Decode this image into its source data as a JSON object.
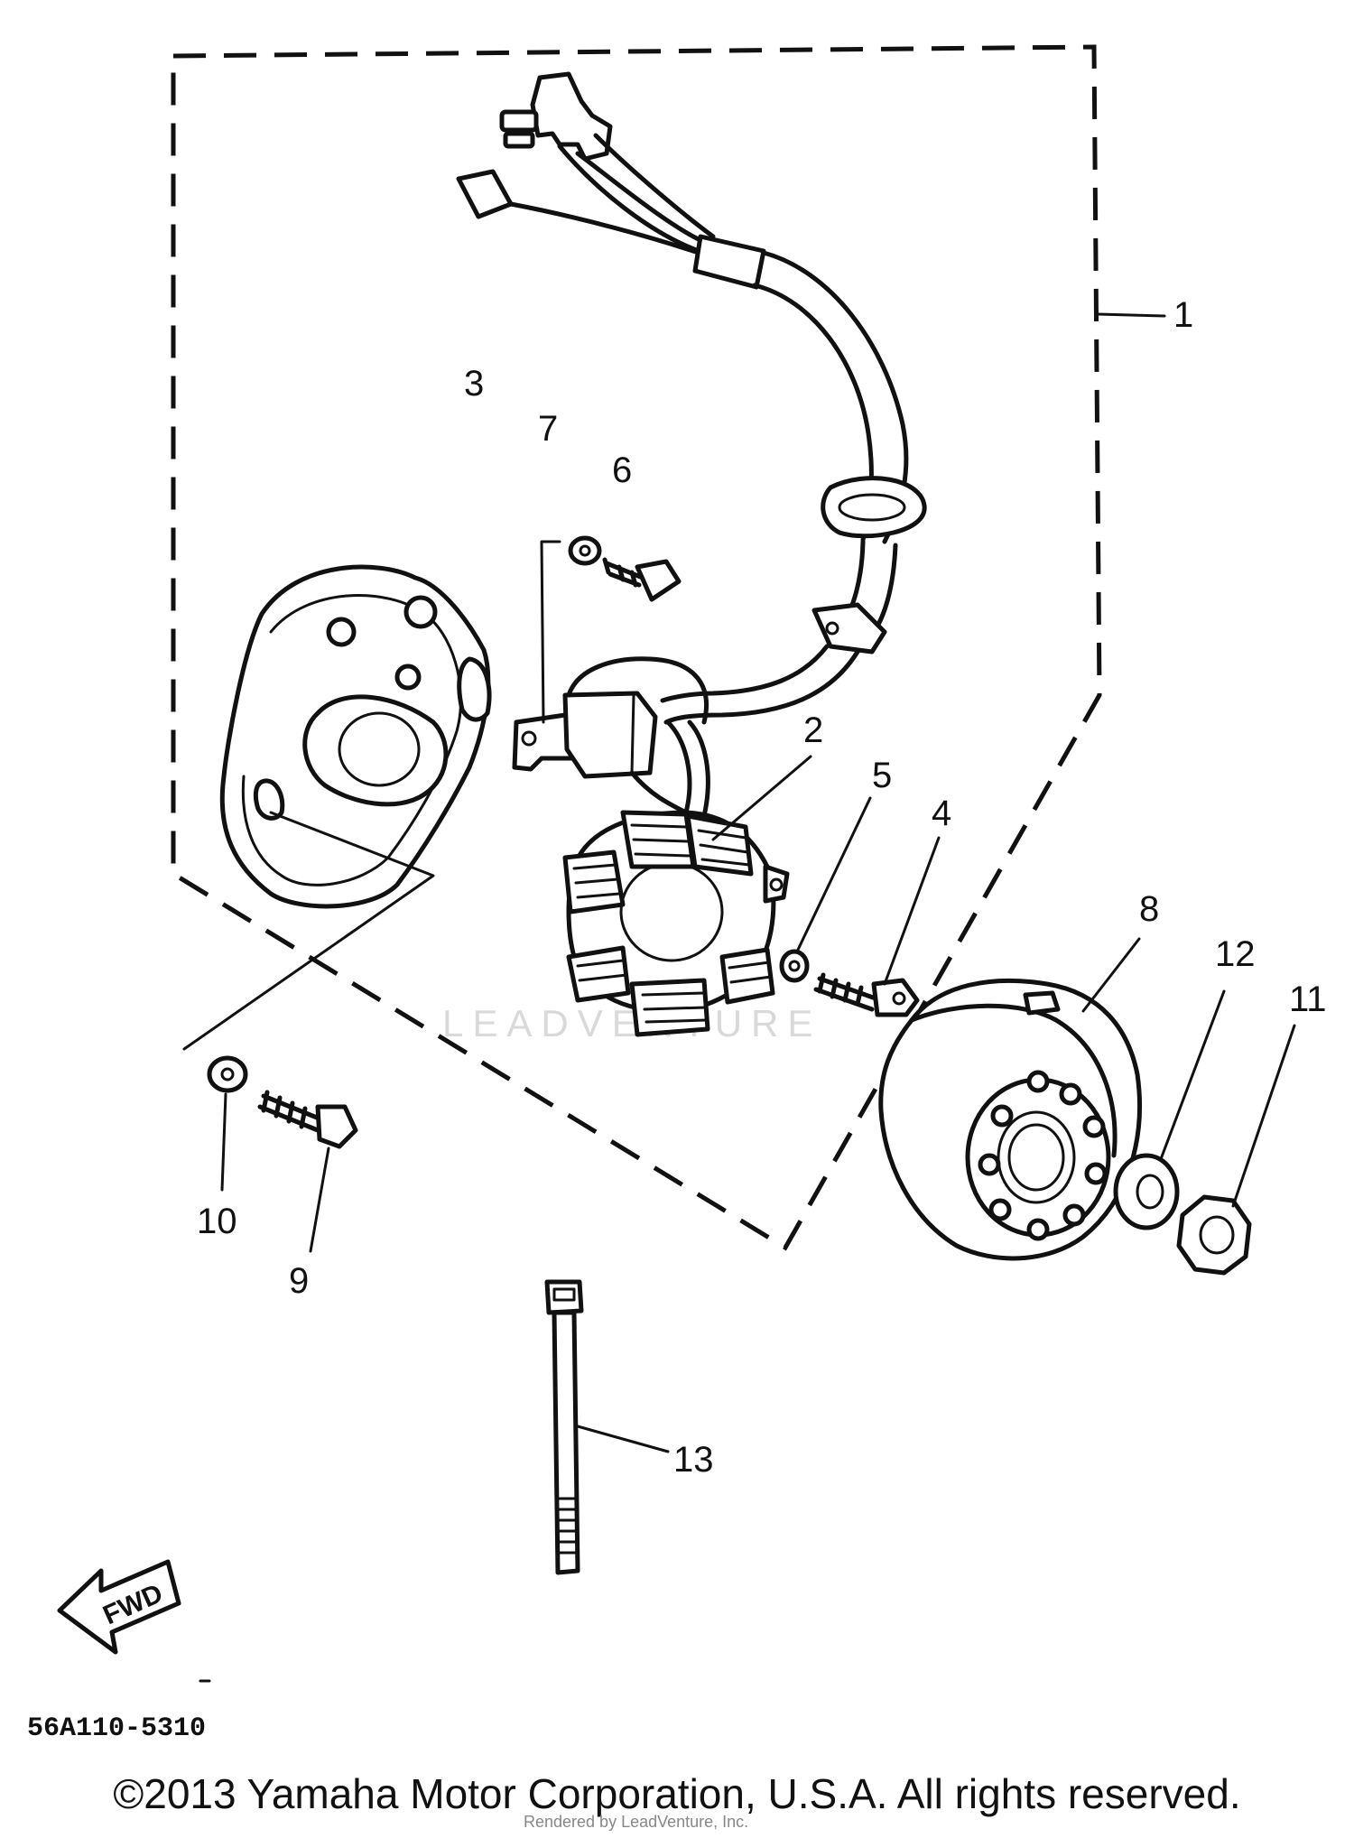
{
  "callouts": {
    "p1": "1",
    "p2": "2",
    "p3": "3",
    "p4": "4",
    "p5": "5",
    "p6": "6",
    "p7": "7",
    "p8": "8",
    "p9": "9",
    "p10": "10",
    "p11": "11",
    "p12": "12",
    "p13": "13"
  },
  "fwd_label": "FWD",
  "diagram_code": "56A110-5310",
  "watermark": "LEADVENTURE",
  "watermark_small": "Rendered by LeadVenture, Inc.",
  "copyright": "©2013 Yamaha Motor Corporation, U.S.A. All rights reserved."
}
